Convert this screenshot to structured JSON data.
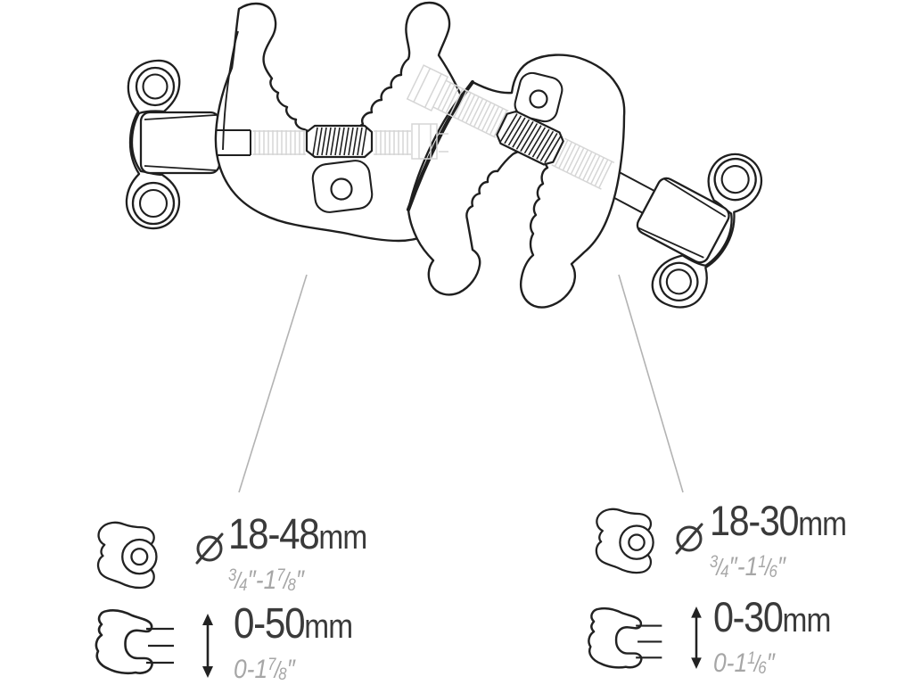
{
  "illustration": {
    "name": "Double tube clamp technical line drawing",
    "ink_color": "#1f1f1f",
    "ghost_color": "#d6d6d6",
    "leader_color": "#b3b3b3"
  },
  "specs": {
    "left_clamp": {
      "diameter": {
        "symbol": "Ø",
        "metric": "18-48",
        "unit": "mm",
        "imperial": {
          "n1": "3",
          "s1": "/",
          "d1": "4",
          "mid": "″-1",
          "n2": "7",
          "s2": "/",
          "d2": "8",
          "end": "″"
        }
      },
      "opening": {
        "metric": "0-50",
        "unit": "mm",
        "imperial": {
          "pre": "0-1",
          "n": "7",
          "s": "/",
          "d": "8",
          "end": "″"
        }
      }
    },
    "right_clamp": {
      "diameter": {
        "symbol": "Ø",
        "metric": "18-30",
        "unit": "mm",
        "imperial": {
          "n1": "3",
          "s1": "/",
          "d1": "4",
          "mid": "″-1",
          "n2": "1",
          "s2": "/",
          "d2": "6",
          "end": "″"
        }
      },
      "opening": {
        "metric": "0-30",
        "unit": "mm",
        "imperial": {
          "pre": "0-1",
          "n": "1",
          "s": "/",
          "d": "6",
          "end": "″"
        }
      }
    }
  },
  "text_colors": {
    "metric": "#3a3a3a",
    "imperial": "#a6a6a6"
  }
}
